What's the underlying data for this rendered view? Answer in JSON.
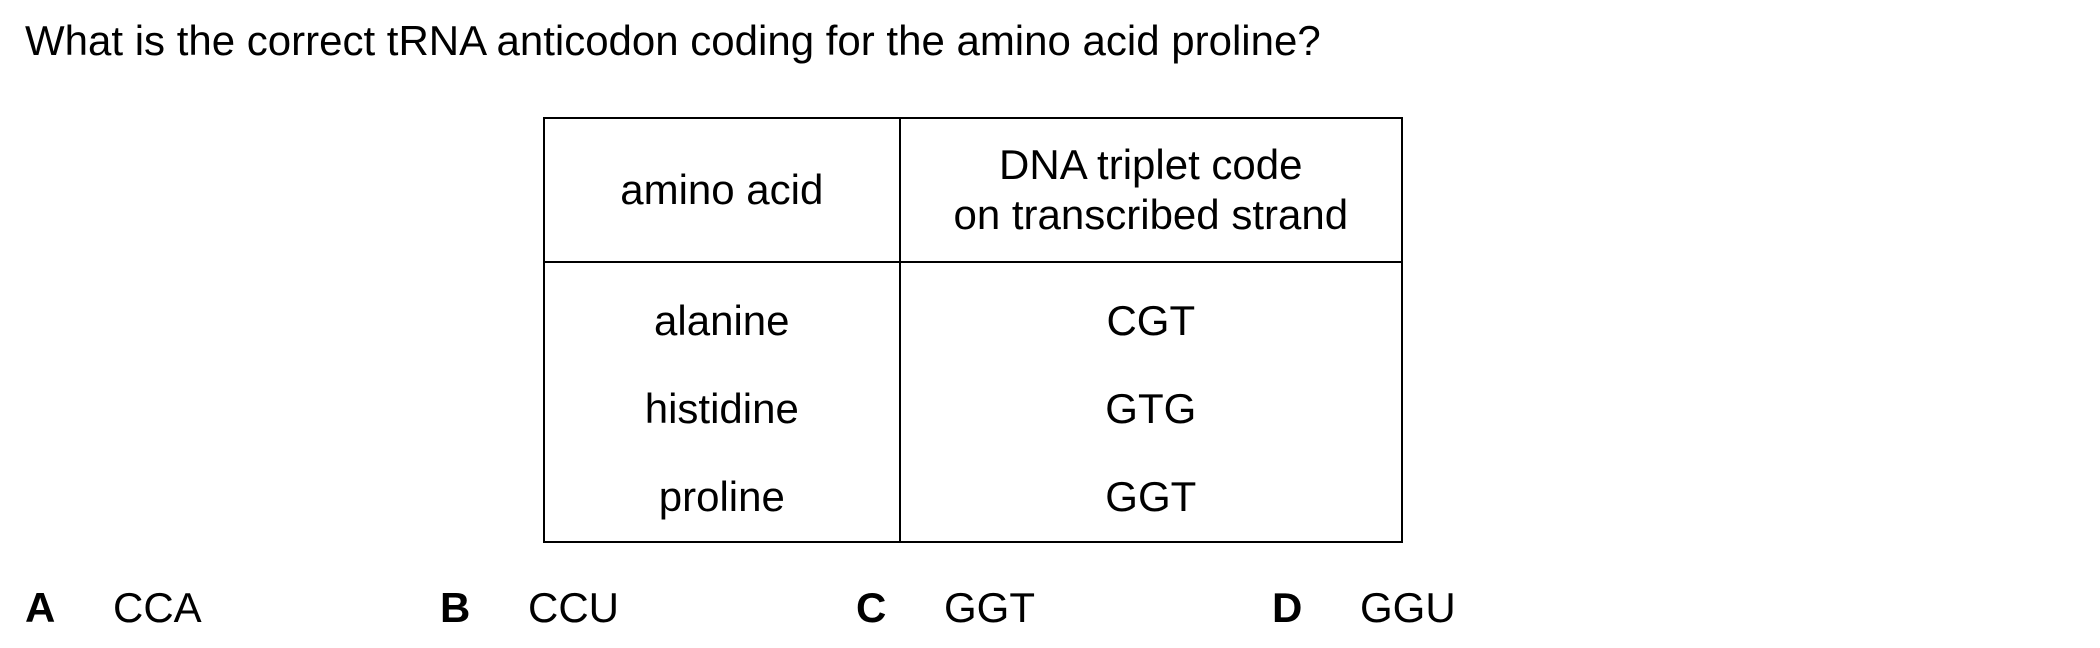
{
  "question": "What is the correct tRNA anticodon coding for the amino acid proline?",
  "table": {
    "headers": {
      "amino_acid": "amino acid",
      "dna_line1": "DNA triplet code",
      "dna_line2": "on transcribed strand"
    },
    "rows": [
      {
        "amino_acid": "alanine",
        "code": "CGT"
      },
      {
        "amino_acid": "histidine",
        "code": "GTG"
      },
      {
        "amino_acid": "proline",
        "code": "GGT"
      }
    ]
  },
  "options": [
    {
      "letter": "A",
      "text": "CCA"
    },
    {
      "letter": "B",
      "text": "CCU"
    },
    {
      "letter": "C",
      "text": "GGT"
    },
    {
      "letter": "D",
      "text": "GGU"
    }
  ]
}
